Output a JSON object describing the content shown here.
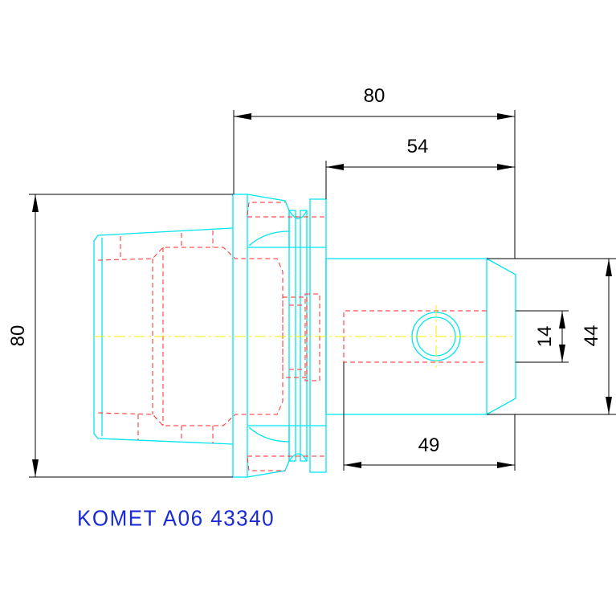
{
  "dimensions": {
    "overall_length": "80",
    "shank_length": "54",
    "flange_diameter": "80",
    "body_diameter": "44",
    "hole_diameter": "14",
    "bore_depth": "49"
  },
  "caption": "KOMET A06 43340",
  "colors": {
    "outline": "#00e5f0",
    "hidden_lines": "#ff2a2a",
    "centerline": "#f2f200",
    "dimensions": "#000000",
    "caption": "#1a2bd6"
  }
}
